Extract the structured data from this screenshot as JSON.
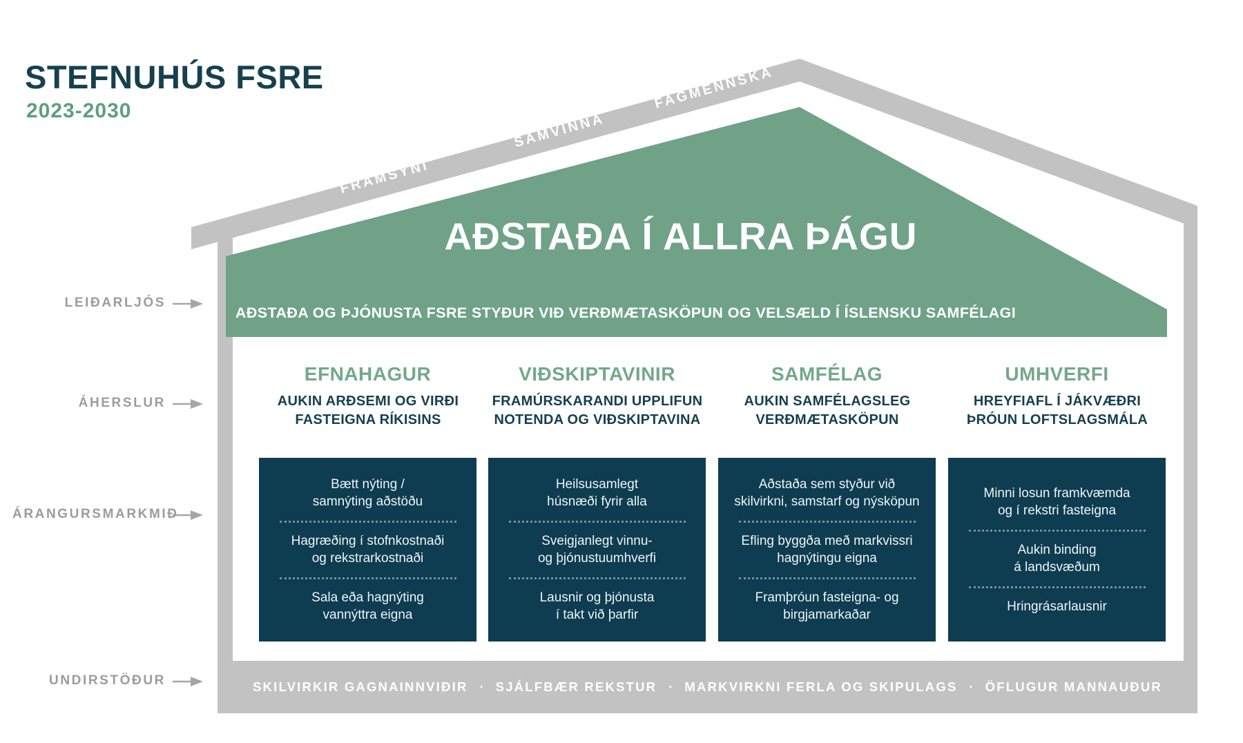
{
  "page": {
    "title": "STEFNUHÚS FSRE",
    "period": "2023-2030"
  },
  "roof": {
    "values": [
      "FRAMSÝNI",
      "SAMVINNA",
      "FAGMENNSKA"
    ],
    "vision_title": "AÐSTAÐA Í ALLRA ÞÁGU",
    "vision_subtitle": "AÐSTAÐA OG ÞJÓNUSTA FSRE STYÐUR VIÐ VERÐMÆTASKÖPUN OG VELSÆLD Í ÍSLENSKU SAMFÉLAGI"
  },
  "row_labels": [
    {
      "label": "LEIÐARLJÓS"
    },
    {
      "label": "ÁHERSLUR"
    },
    {
      "label": "ÁRANGURSMARKMIÐ"
    },
    {
      "label": "UNDIRSTÖÐUR"
    }
  ],
  "pillars": [
    {
      "title": "EFNAHAGUR",
      "subtitle": "AUKIN ARÐSEMI OG VIRÐI\nFASTEIGNA RÍKISINS",
      "goals": [
        "Bætt nýting /\nsamnýting aðstöðu",
        "Hagræðing í stofnkostnaði\nog rekstrarkostnaði",
        "Sala eða hagnýting\nvannýttra eigna"
      ]
    },
    {
      "title": "VIÐSKIPTAVINIR",
      "subtitle": "FRAMÚRSKARANDI UPPLIFUN\nNOTENDA OG VIÐSKIPTAVINA",
      "goals": [
        "Heilsusamlegt\nhúsnæði fyrir alla",
        "Sveigjanlegt vinnu-\nog þjónustuumhverfi",
        "Lausnir og þjónusta\ní takt við þarfir"
      ]
    },
    {
      "title": "SAMFÉLAG",
      "subtitle": "AUKIN SAMFÉLAGSLEG\nVERÐMÆTASKÖPUN",
      "goals": [
        "Aðstaða sem styður við\nskilvirkni, samstarf og nýsköpun",
        "Efling byggða með markvissri\nhagnýtingu eigna",
        "Framþróun fasteigna- og\nbirgjamarkaðar"
      ]
    },
    {
      "title": "UMHVERFI",
      "subtitle": "HREYFIAFL Í JÁKVÆÐRI\nÞRÓUN LOFTSLAGSMÁLA",
      "goals": [
        "Minni losun framkvæmda\nog í rekstri fasteigna",
        "Aukin binding\ná landsvæðum",
        "Hringrásarlausnir"
      ]
    }
  ],
  "foundation": {
    "separator": "·",
    "items": [
      "SKILVIRKIR GAGNAINNVIÐIR",
      "SJÁLFBÆR REKSTUR",
      "MARKVIRKNI FERLA OG SKIPULAGS",
      "ÖFLUGUR MANNAUÐUR"
    ]
  },
  "colors": {
    "dark_teal": "#16404f",
    "box_teal": "#0e3c50",
    "roof_green": "#6fa287",
    "heading_green": "#73a88b",
    "accent_green": "#5d9f7f",
    "structure_gray": "#c3c2c2",
    "label_gray": "#9c9c9b"
  }
}
